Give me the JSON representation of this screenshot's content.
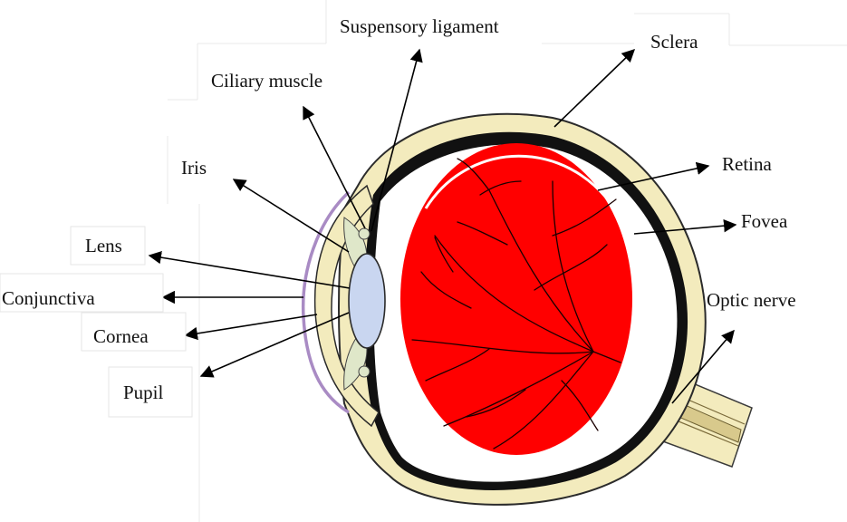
{
  "diagram": {
    "labels": {
      "suspensory_ligament": "Suspensory ligament",
      "sclera": "Sclera",
      "ciliary_muscle": "Ciliary muscle",
      "retina": "Retina",
      "iris": "Iris",
      "fovea": "Fovea",
      "lens": "Lens",
      "conjunctiva": "Conjunctiva",
      "optic_nerve": "Optic nerve",
      "cornea": "Cornea",
      "pupil": "Pupil"
    },
    "colors": {
      "vitreous": "#ff0000",
      "sclera": "#f3ebbd",
      "choroid": "#111111",
      "lens": "#c9d6f0",
      "conjunctiva": "#a98bc4",
      "muscle": "#dfe7c9"
    }
  }
}
